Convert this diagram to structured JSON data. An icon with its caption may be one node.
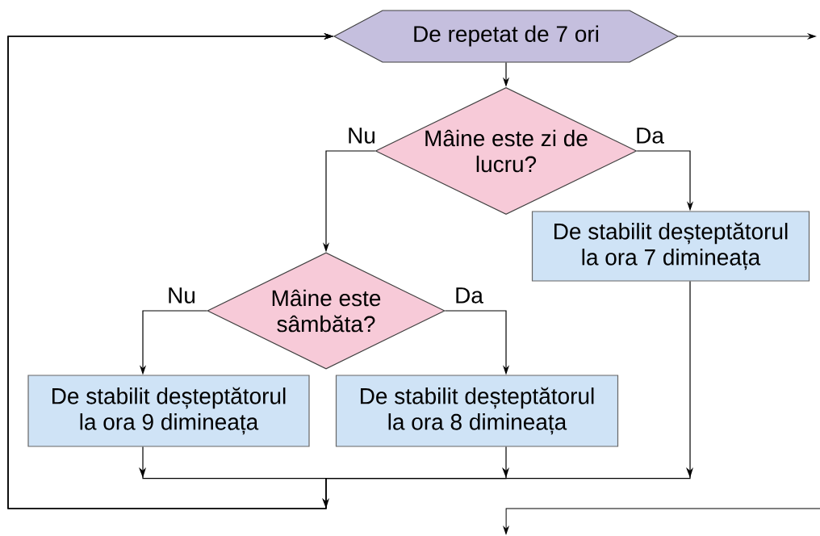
{
  "diagram": {
    "nodes": [
      {
        "text": [
          "De repetat de 7 ori"
        ]
      },
      {
        "text": [
          "Mâine este zi de lucru?"
        ]
      },
      {
        "text": [
          "De stabilit deșteptătorul la ora 7 dimineața"
        ]
      },
      {
        "text": [
          "Mâine este sâmbăta?"
        ]
      },
      {
        "text": [
          "De stabilit deșteptătorul la ora 9 dimineața"
        ]
      },
      {
        "text": [
          "De stabilit deșteptătorul la ora 8 dimineața"
        ]
      }
    ],
    "edges": [
      {
        "from": 0,
        "to": 1,
        "arrow": "to"
      },
      {
        "from": 1,
        "to": 3,
        "arrow": "to",
        "label": "Nu"
      },
      {
        "from": 1,
        "to": 2,
        "arrow": "to",
        "label": "Da"
      },
      {
        "from": 3,
        "to": 4,
        "arrow": "to",
        "label": "Nu"
      },
      {
        "from": 3,
        "to": 5,
        "arrow": "to",
        "label": "Da"
      },
      {
        "from": 4,
        "to": 0,
        "arrow": "to"
      },
      {
        "from": 5,
        "to": 0,
        "arrow": "to"
      },
      {
        "from": 2,
        "to": 0,
        "arrow": "to"
      },
      {
        "from": 0,
        "to": null,
        "arrow": "to"
      }
    ]
  }
}
